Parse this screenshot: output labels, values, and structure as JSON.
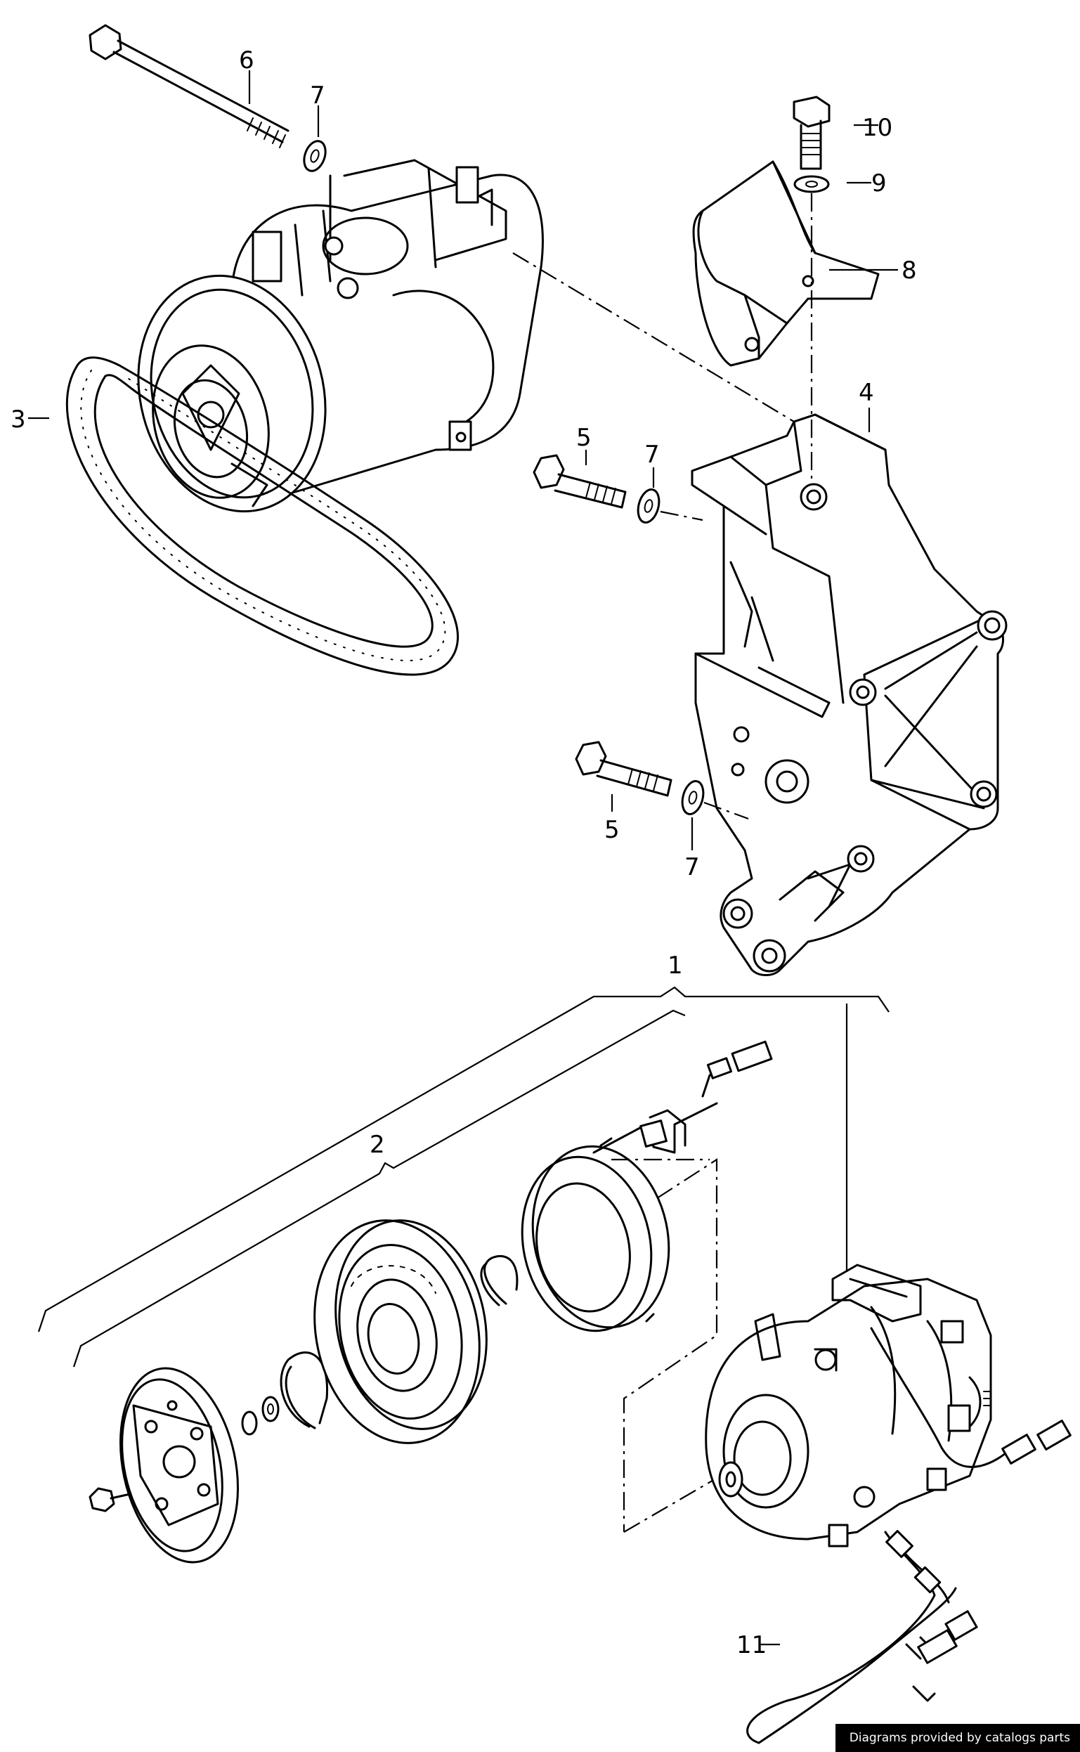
{
  "callouts": {
    "c1": "1",
    "c2": "2",
    "c3": "3",
    "c4": "4",
    "c5a": "5",
    "c5b": "5",
    "c6": "6",
    "c7a": "7",
    "c7b": "7",
    "c7c": "7",
    "c8": "8",
    "c9": "9",
    "c10": "10",
    "c11": "11"
  },
  "footer": {
    "credit": "Diagrams provided by catalogs parts"
  }
}
